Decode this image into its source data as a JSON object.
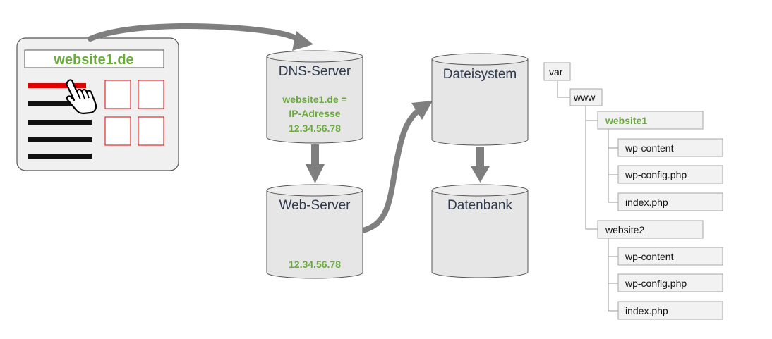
{
  "browser": {
    "url": "website1.de"
  },
  "dns_server": {
    "title": "DNS-Server",
    "mapping_line1": "website1.de =",
    "mapping_line2": "IP-Adresse",
    "mapping_line3": "12.34.56.78"
  },
  "web_server": {
    "title": "Web-Server",
    "ip": "12.34.56.78"
  },
  "filesystem": {
    "title": "Dateisystem"
  },
  "database": {
    "title": "Datenbank"
  },
  "tree": {
    "root": "var",
    "www": "www",
    "website1": {
      "name": "website1",
      "children": [
        "wp-content",
        "wp-config.php",
        "index.php"
      ]
    },
    "website2": {
      "name": "website2",
      "children": [
        "wp-content",
        "wp-config.php",
        "index.php"
      ]
    }
  },
  "colors": {
    "accent_green": "#6aaa3c",
    "accent_red": "#e00000",
    "arrow_gray": "#7f7f7f",
    "cylinder_fill": "#e6e6e6"
  }
}
